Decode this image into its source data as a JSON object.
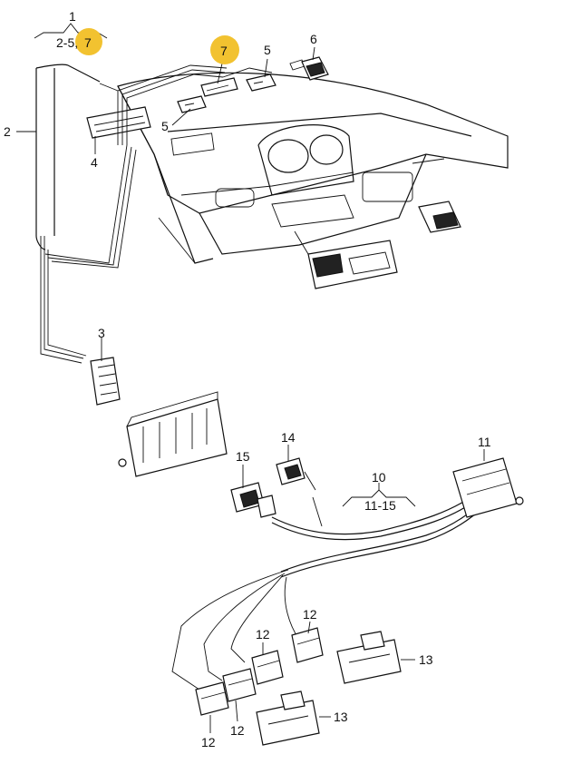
{
  "labels": {
    "c1": "1",
    "c1sub_a": "2-5,",
    "c1sub_b": "7",
    "c2": "2",
    "c3": "3",
    "c4": "4",
    "c5a": "5",
    "c5b": "5",
    "c6": "6",
    "c7": "7",
    "c10": "10",
    "c10sub": "11-15",
    "c11": "11",
    "c12a": "12",
    "c12b": "12",
    "c12c": "12",
    "c12d": "12",
    "c13a": "13",
    "c13b": "13",
    "c14": "14",
    "c15": "15"
  },
  "colors": {
    "highlight": "#f2c230",
    "line": "#111111"
  }
}
